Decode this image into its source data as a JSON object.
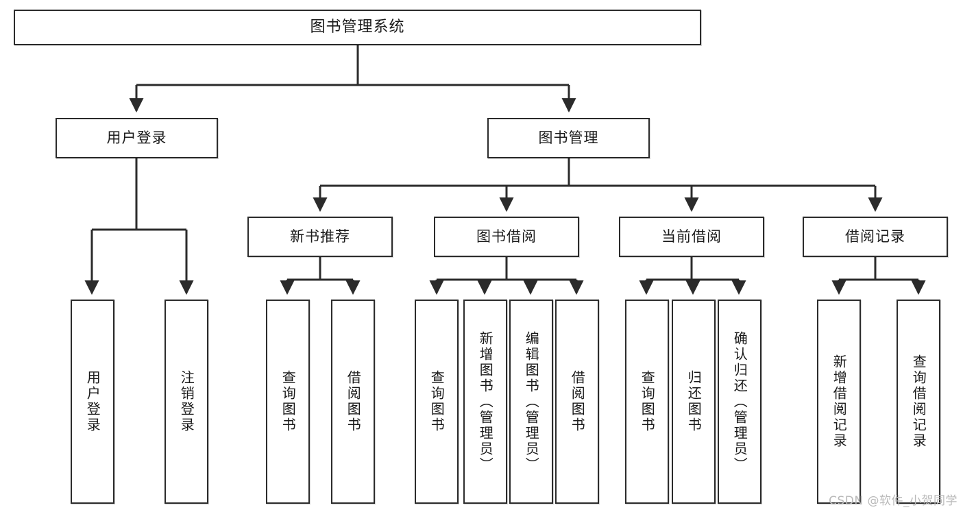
{
  "diagram": {
    "title": "图书管理系统",
    "watermark": "CSDN @软件_小贺同学",
    "line_color": "#2b2b2b",
    "box_fill": "#ffffff",
    "text_color": "#1a1a1a",
    "watermark_color": "#b9b9b9"
  },
  "nodes": {
    "root": {
      "label": "图书管理系统"
    },
    "level2": [
      {
        "id": "user-login",
        "label": "用户登录"
      },
      {
        "id": "book-manage",
        "label": "图书管理"
      }
    ],
    "level3": [
      {
        "id": "new-book-recommend",
        "label": "新书推荐"
      },
      {
        "id": "book-borrow",
        "label": "图书借阅"
      },
      {
        "id": "current-borrow",
        "label": "当前借阅"
      },
      {
        "id": "borrow-record",
        "label": "借阅记录"
      }
    ],
    "leaves": {
      "user_login": [
        {
          "id": "leaf-user-login",
          "label": "用户登录"
        },
        {
          "id": "leaf-logout-login",
          "label": "注销登录"
        }
      ],
      "new_book_recommend": [
        {
          "id": "leaf-query-book-1",
          "label": "查询图书"
        },
        {
          "id": "leaf-borrow-book-1",
          "label": "借阅图书"
        }
      ],
      "book_borrow": [
        {
          "id": "leaf-query-book-2",
          "label": "查询图书"
        },
        {
          "id": "leaf-add-book",
          "label": "新增图书（管理员）"
        },
        {
          "id": "leaf-edit-book",
          "label": "编辑图书（管理员）"
        },
        {
          "id": "leaf-borrow-book-2",
          "label": "借阅图书"
        }
      ],
      "current_borrow": [
        {
          "id": "leaf-query-book-3",
          "label": "查询图书"
        },
        {
          "id": "leaf-return-book",
          "label": "归还图书"
        },
        {
          "id": "leaf-confirm-return",
          "label": "确认归还（管理员）"
        }
      ],
      "borrow_record": [
        {
          "id": "leaf-add-record",
          "label": "新增借阅记录"
        },
        {
          "id": "leaf-query-record",
          "label": "查询借阅记录"
        }
      ]
    }
  }
}
